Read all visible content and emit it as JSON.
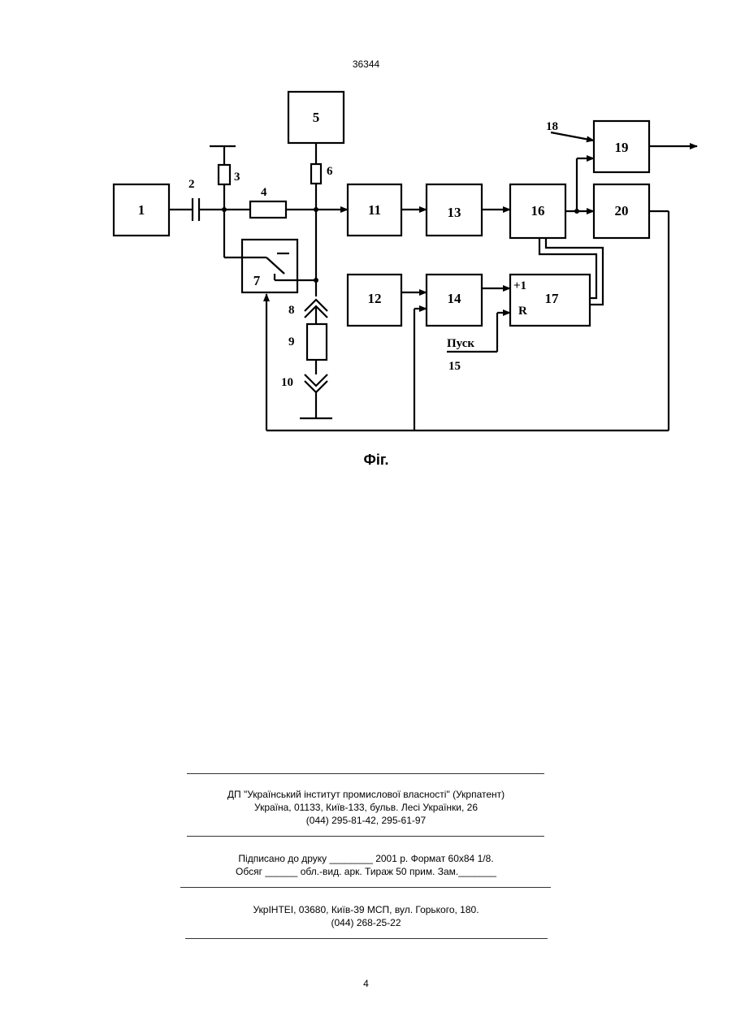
{
  "header": {
    "patent_number": "36344"
  },
  "diagram": {
    "blocks": [
      {
        "id": "b1",
        "label": "1"
      },
      {
        "id": "b5",
        "label": "5"
      },
      {
        "id": "b7",
        "label": "7"
      },
      {
        "id": "b11",
        "label": "11"
      },
      {
        "id": "b12",
        "label": "12"
      },
      {
        "id": "b13",
        "label": "13"
      },
      {
        "id": "b14",
        "label": "14"
      },
      {
        "id": "b16",
        "label": "16"
      },
      {
        "id": "b17",
        "label": "17"
      },
      {
        "id": "b19",
        "label": "19"
      },
      {
        "id": "b20",
        "label": "20"
      }
    ],
    "component_labels": {
      "capacitor": "2",
      "resistor_top": "3",
      "resistor_series": "4",
      "resistor_6": "6",
      "upper_contact": "8",
      "resistor_9": "9",
      "lower_contact": "10",
      "start_number": "15",
      "input_18": "18"
    },
    "counter_inputs": {
      "plus_one": "+1",
      "reset": "R"
    },
    "start_label": "Пуск"
  },
  "caption": "Фіг.",
  "imprint": {
    "publisher": {
      "line1": "ДП \"Український інститут промислової власності\" (Укрпатент)",
      "line2": "Україна, 01133, Київ-133, бульв. Лесі Українки, 26",
      "line3": "(044) 295-81-42, 295-61-97"
    },
    "print_info": {
      "line1": "Підписано до друку ________ 2001 р.    Формат 60х84 1/8.",
      "line2": "Обсяг ______ обл.-вид. арк.   Тираж 50 прим.    Зам._______"
    },
    "printer": {
      "line1": "УкрІНТЕІ, 03680, Київ-39 МСП, вул. Горького, 180.",
      "line2": "(044) 268-25-22"
    }
  },
  "footer": {
    "page_number": "4"
  }
}
